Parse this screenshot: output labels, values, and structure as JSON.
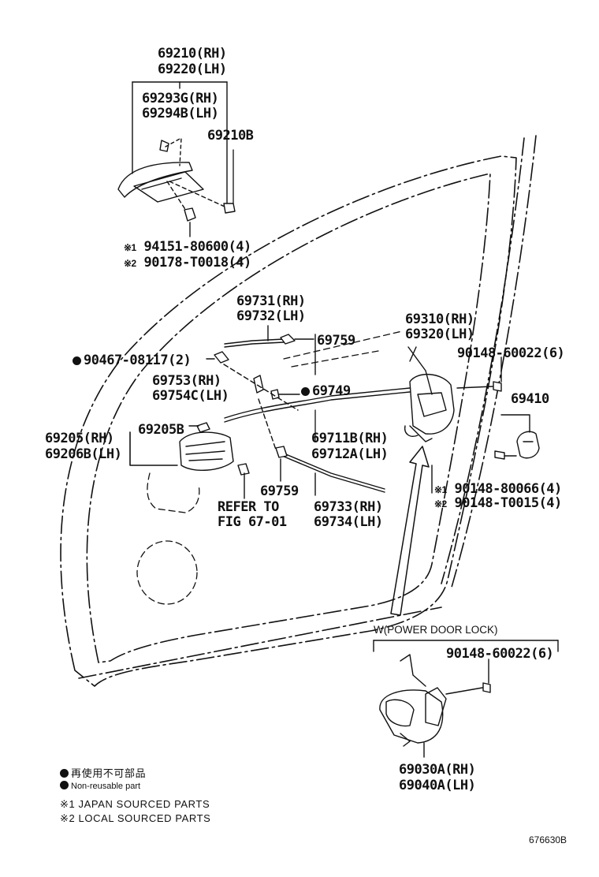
{
  "handle": {
    "rh": "69210(RH)",
    "lh": "69220(LH)",
    "cover_rh": "69293G(RH)",
    "cover_lh": "69294B(LH)",
    "bolt": "69210B",
    "note1_mark": "※1",
    "note1_part": "94151-80600(4)",
    "note2_mark": "※2",
    "note2_part": "90178-T0018(4)"
  },
  "rods": {
    "r69731": "69731(RH)",
    "r69732": "69732(LH)",
    "clip_upper": "69759",
    "clip_90467": "90467-08117(2)",
    "r69753": "69753(RH)",
    "r69754": "69754C(LH)",
    "clip_69749": "69749",
    "r69711": "69711B(RH)",
    "r69712": "69712A(LH)",
    "clip_lower": "69759",
    "r69733": "69733(RH)",
    "r69734": "69734(LH)"
  },
  "inner_handle": {
    "rh": "69205(RH)",
    "lh": "69206B(LH)",
    "bolt": "69205B",
    "refer1": "REFER TO",
    "refer2": "FIG 67-01"
  },
  "lock": {
    "rh": "69310(RH)",
    "lh": "69320(LH)",
    "screw": "90148-60022(6)",
    "striker": "69410",
    "note1_mark": "※1",
    "note1_part": "90148-80066(4)",
    "note2_mark": "※2",
    "note2_part": "90148-T0015(4)"
  },
  "power_lock": {
    "title": "W(POWER DOOR LOCK)",
    "screw": "90148-60022(6)",
    "rh": "69030A(RH)",
    "lh": "69040A(LH)"
  },
  "legend": {
    "jp": "再使用不可部品",
    "en": "Non-reusable part",
    "note1": "※1 JAPAN SOURCED PARTS",
    "note2": "※2 LOCAL SOURCED PARTS"
  },
  "figure_code": "676630B"
}
